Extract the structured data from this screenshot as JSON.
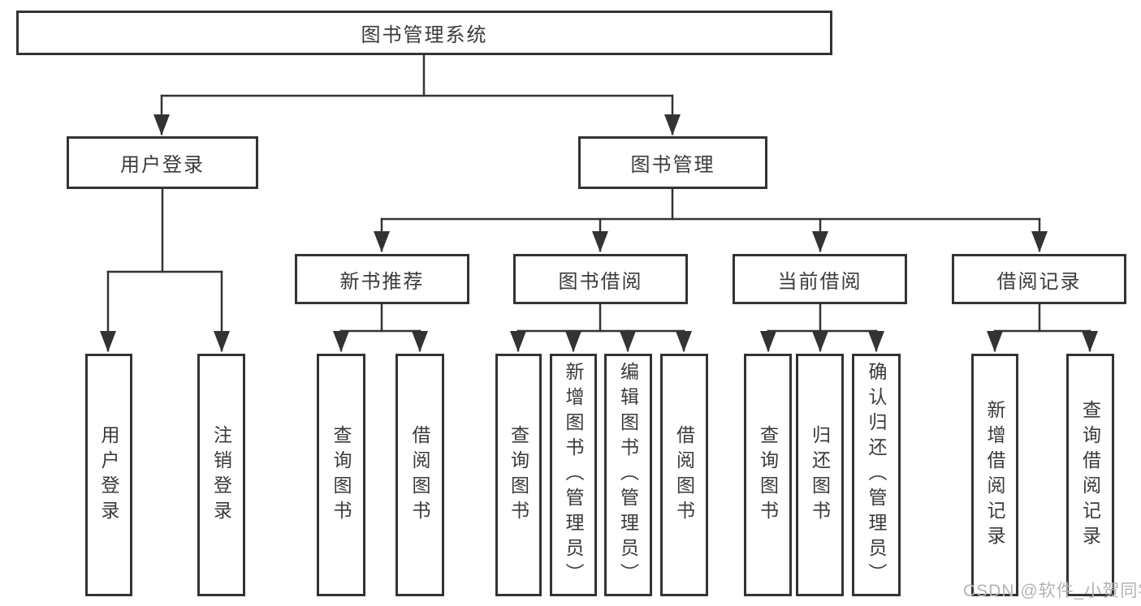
{
  "diagram": {
    "root": "图书管理系统",
    "level2": {
      "user_login_group": "用户登录",
      "book_mgmt_group": "图书管理"
    },
    "level3": {
      "new_book_rec": "新书推荐",
      "book_borrow": "图书借阅",
      "current_borrow": "当前借阅",
      "borrow_record": "借阅记录"
    },
    "leaves": {
      "user_login": "用户登录",
      "logout": "注销登录",
      "rec_query": "查询图书",
      "rec_borrow": "借阅图书",
      "bb_query": "查询图书",
      "bb_add": "新增图书（管理员）",
      "bb_edit": "编辑图书（管理员）",
      "bb_borrow": "借阅图书",
      "cb_query": "查询图书",
      "cb_return": "归还图书",
      "cb_confirm": "确认归还（管理员）",
      "br_add": "新增借阅记录",
      "br_query": "查询借阅记录"
    }
  },
  "watermark": {
    "text": "CSDN @软件_小贺同学"
  },
  "colors": {
    "line": "#333333",
    "text": "#3a3a3a",
    "watermark": "#b3b3b3",
    "background": "#ffffff"
  }
}
